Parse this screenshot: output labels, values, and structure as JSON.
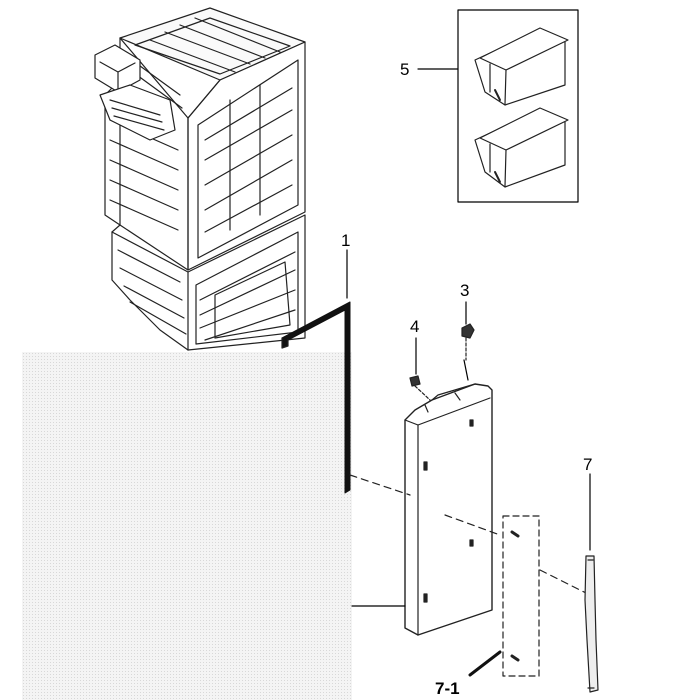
{
  "callouts": {
    "c1": "1",
    "c3": "3",
    "c4": "4",
    "c5": "5",
    "c7": "7",
    "c7_1": "7-1"
  },
  "colors": {
    "ink": "#000000",
    "line": "#222222",
    "panel_bg": "#f4f4f4",
    "background": "#ffffff"
  }
}
